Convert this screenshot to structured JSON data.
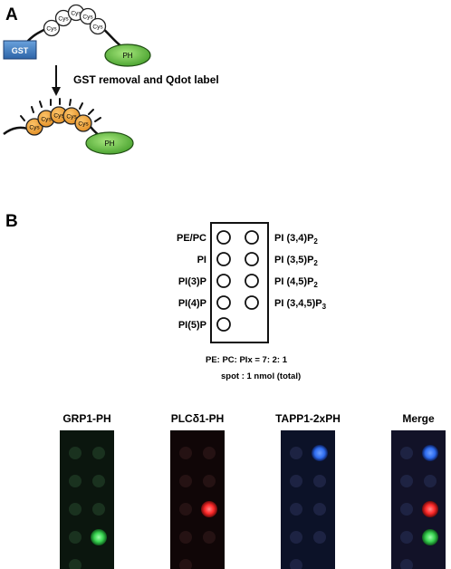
{
  "panel_a": {
    "label": "A",
    "gst_label": "GST",
    "cys_label": "Cys",
    "ph_label": "PH",
    "step_label": "GST removal and Qdot label"
  },
  "panel_b": {
    "label": "B",
    "left_lipids": [
      "PE/PC",
      "PI",
      "PI(3)P",
      "PI(4)P",
      "PI(5)P"
    ],
    "right_lipids": [
      {
        "main": "PI (3,4)P",
        "sub": "2"
      },
      {
        "main": "PI (3,5)P",
        "sub": "2"
      },
      {
        "main": "PI (4,5)P",
        "sub": "2"
      },
      {
        "main": "PI (3,4,5)P",
        "sub": "3"
      }
    ],
    "ratio_text": "PE: PC: PIx = 7: 2: 1",
    "spot_text": "spot : 1 nmol (total)",
    "blots": [
      {
        "title": "GRP1-PH",
        "bg": "#0b160e",
        "spots": [
          {
            "pos": "right-4",
            "color": "#39d451"
          }
        ]
      },
      {
        "title": "PLCδ1-PH",
        "bg": "#100607",
        "spots": [
          {
            "pos": "right-3",
            "color": "#ff2a2a"
          }
        ]
      },
      {
        "title": "TAPP1-2xPH",
        "bg": "#0c1228",
        "spots": [
          {
            "pos": "right-1",
            "color": "#2f6df0"
          }
        ]
      },
      {
        "title": "Merge",
        "bg": "#121228",
        "spots": [
          {
            "pos": "right-1",
            "color": "#2f6df0"
          },
          {
            "pos": "right-3",
            "color": "#ff2a2a"
          },
          {
            "pos": "right-4",
            "color": "#39d451"
          }
        ]
      }
    ]
  },
  "colors": {
    "gst": "#3f7ec0",
    "cys_white": "#ffffff",
    "cys_orange": "#f0a23a",
    "ph_green": "#67c243"
  }
}
